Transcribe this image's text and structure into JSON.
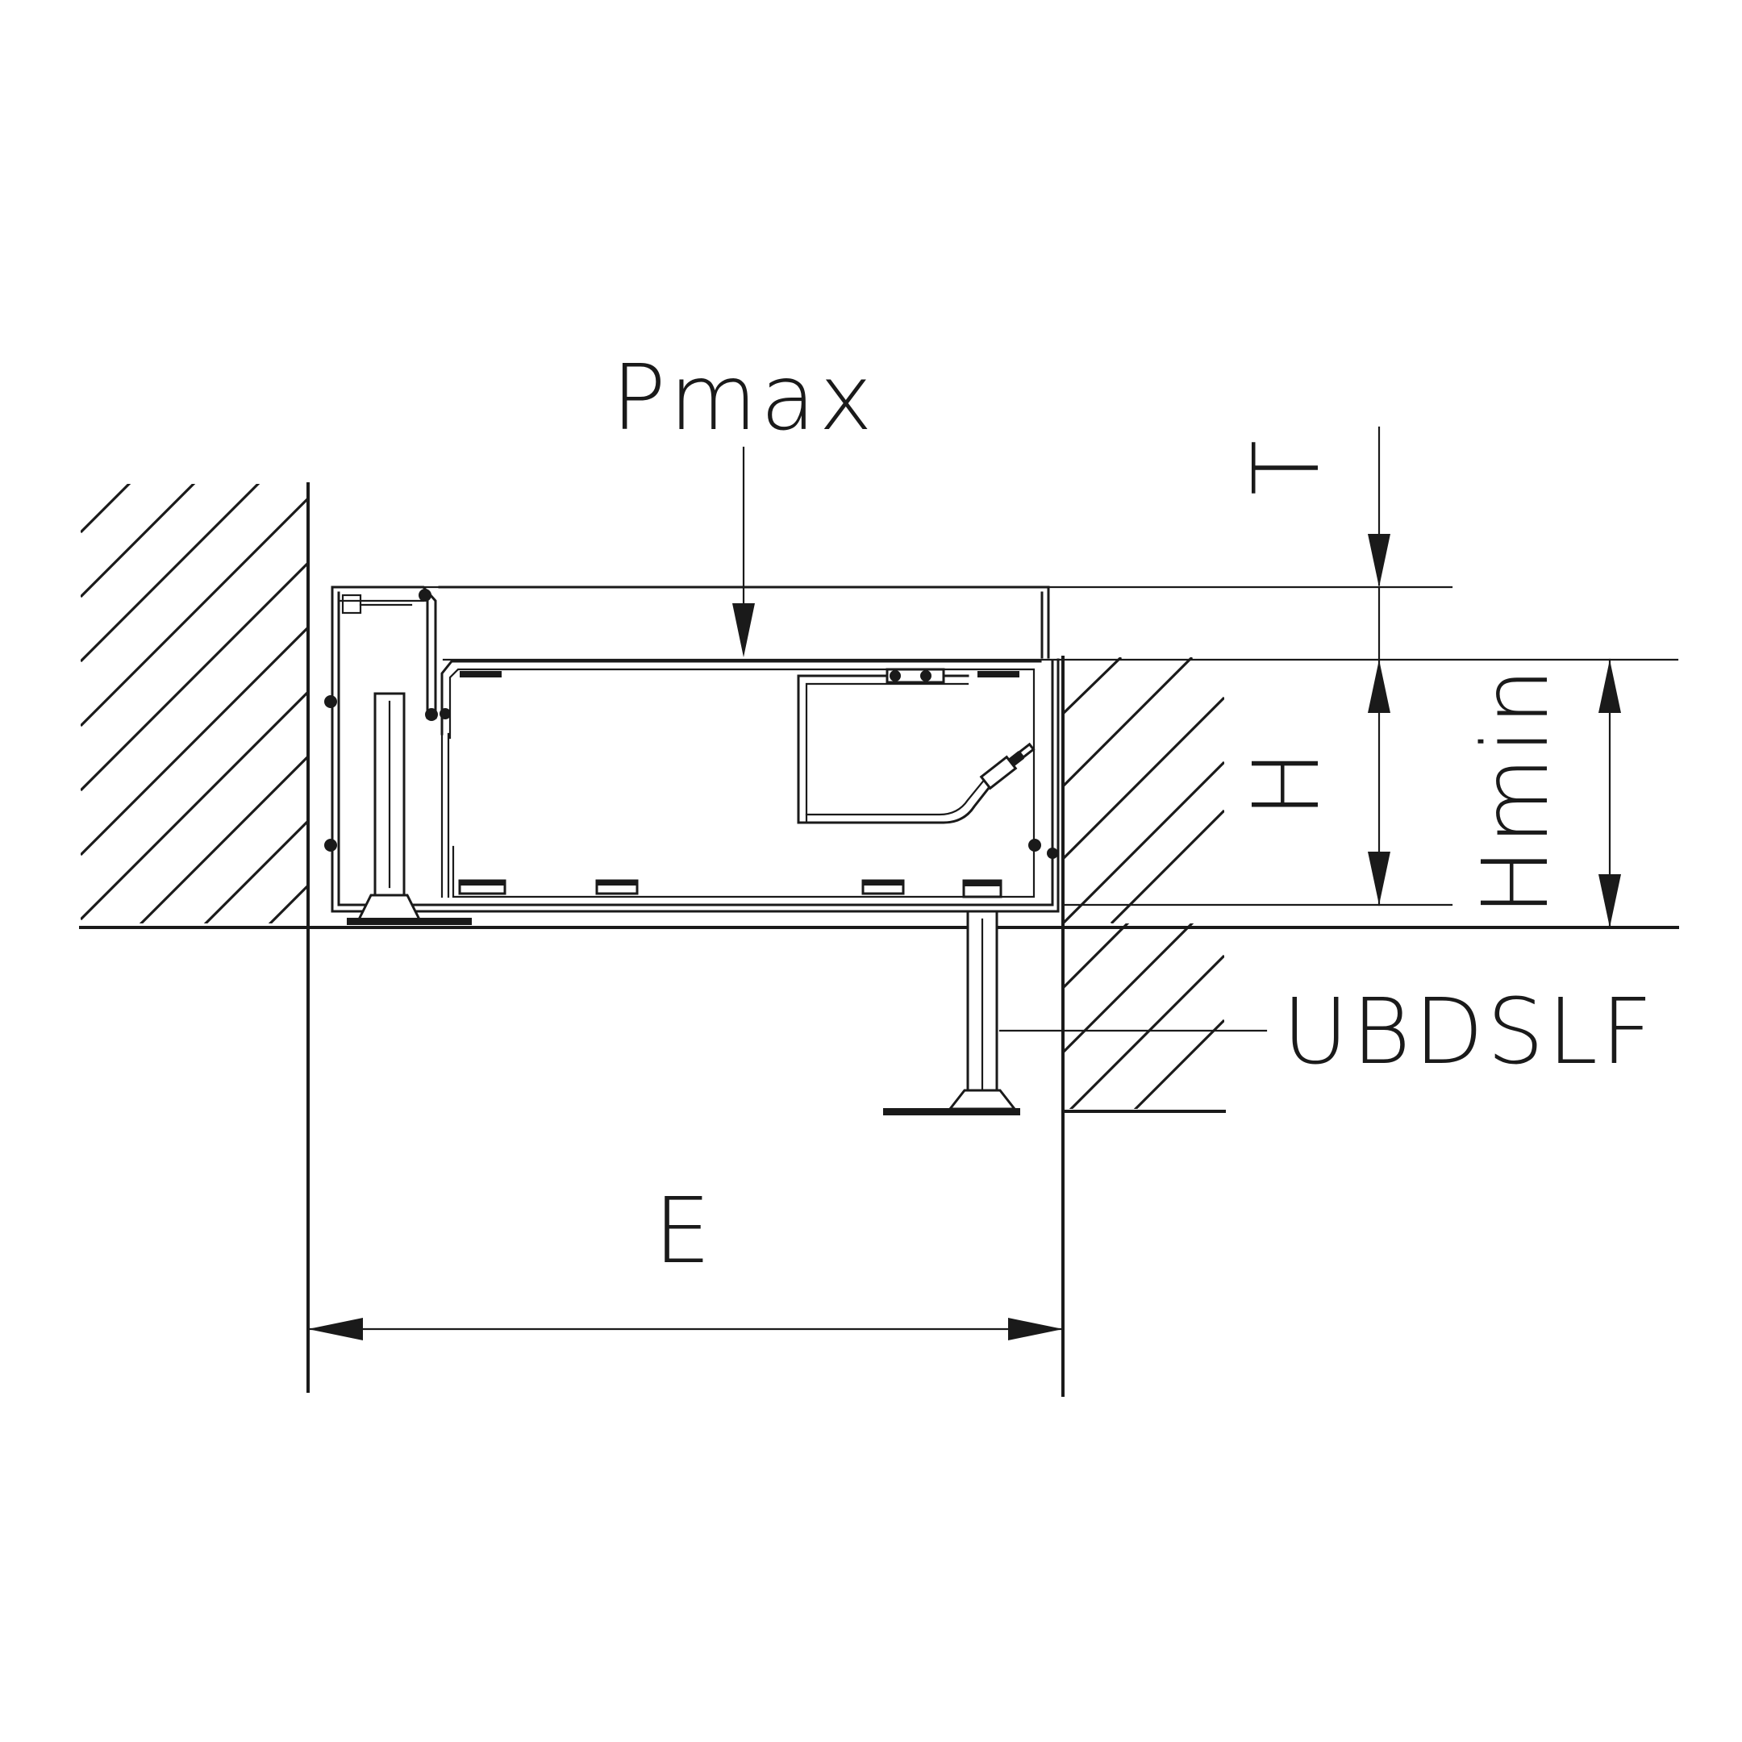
{
  "labels": {
    "pmax": "Pmax",
    "t": "T",
    "h": "H",
    "hmin": "Hmin",
    "ubdslf": "UBDSLF",
    "e": "E"
  }
}
